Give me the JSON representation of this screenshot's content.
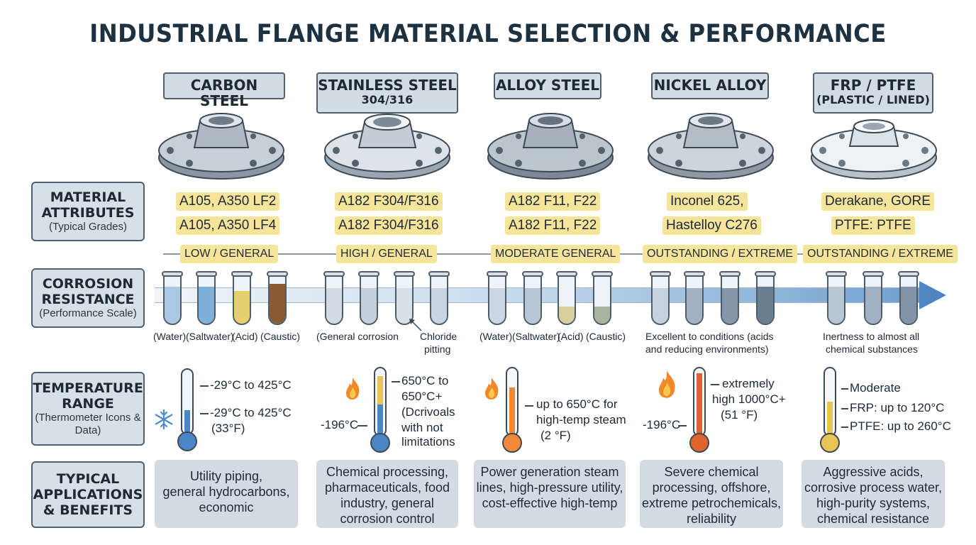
{
  "title": "INDUSTRIAL FLANGE MATERIAL SELECTION & PERFORMANCE",
  "materials": [
    {
      "name": "CARBON STEEL",
      "sub": ""
    },
    {
      "name": "STAINLESS STEEL",
      "sub": "304/316"
    },
    {
      "name": "ALLOY STEEL",
      "sub": ""
    },
    {
      "name": "NICKEL ALLOY",
      "sub": ""
    },
    {
      "name": "FRP / PTFE",
      "sub": "(PLASTIC / LINED)"
    }
  ],
  "rows": {
    "attributes": {
      "main": "MATERIAL ATTRIBUTES",
      "sub": "(Typical Grades)"
    },
    "corrosion": {
      "main": "CORROSION RESISTANCE",
      "sub": "(Performance Scale)"
    },
    "temperature": {
      "main": "TEMPERATURE RANGE",
      "sub": "(Thermometer Icons & Data)"
    },
    "applications": {
      "main": "TYPICAL APPLICATIONS & BENEFITS",
      "sub": ""
    }
  },
  "grades": [
    [
      "A105, A350 LF2",
      "A105, A350 LF4"
    ],
    [
      "A182 F304/F316",
      "A182 F304/F316"
    ],
    [
      "A182 F11, F22",
      "A182 F11, F22"
    ],
    [
      "Inconel 625,",
      "Hastelloy C276"
    ],
    [
      "Derakane, GORE",
      "PTFE: PTFE"
    ]
  ],
  "corrosion": {
    "levels": [
      "LOW / GENERAL",
      "HIGH / GENERAL",
      "MODERATE GENERAL",
      "OUTSTANDING / EXTREME",
      "OUTSTANDING / EXTREME"
    ],
    "captions": {
      "carbon": [
        "(Water)",
        "(Saltwater)",
        "(Acid)",
        "(Caustic)"
      ],
      "stainless_general": "(General corrosion",
      "stainless_chloride_1": "Chloride",
      "stainless_chloride_2": "pitting",
      "alloy": [
        "(Water)",
        "(Saltwater)",
        "(Acid)",
        "(Caustic)"
      ],
      "nickel_1": "Excellent to conditions (acids",
      "nickel_2": "and  reducing environments)",
      "frp_1": "Inertness to almost all",
      "frp_2": "chemical substances"
    }
  },
  "temperature": {
    "carbon": [
      "-29°C to 425°C",
      "-29°C to 425°C",
      "(33°F)"
    ],
    "stainless": [
      "650°C to",
      "650°C+",
      "(Dcrivoals",
      "with not",
      "limitations"
    ],
    "stainless_low": "-196°C",
    "alloy": [
      "up to 650°C for",
      "high-temp steam",
      "(2 °F)"
    ],
    "nickel": [
      "extremely",
      "high 1000°C+",
      "(51 °F)"
    ],
    "nickel_low": "-196°C",
    "frp": [
      "Moderate",
      "FRP: up to 120°C",
      "PTFE: up to 260°C"
    ]
  },
  "applications": [
    [
      "Utility piping,",
      "general hydrocarbons,",
      "economic"
    ],
    [
      "Chemical processing,",
      "pharmaceuticals, food",
      "industry, general",
      "corrosion control"
    ],
    [
      "Power generation steam",
      "lines, high-pressure utility,",
      "cost-effective high-temp"
    ],
    [
      "Severe chemical",
      "processing, offshore,",
      "extreme petrochemicals,",
      "reliability"
    ],
    [
      "Aggressive acids,",
      "corrosive process water,",
      "high-purity systems,",
      "chemical resistance"
    ]
  ],
  "colors": {
    "label_bg": "#d3dce4",
    "highlight": "#f6e49b",
    "arrow": "#4f86c2",
    "ink": "#1d3140"
  }
}
